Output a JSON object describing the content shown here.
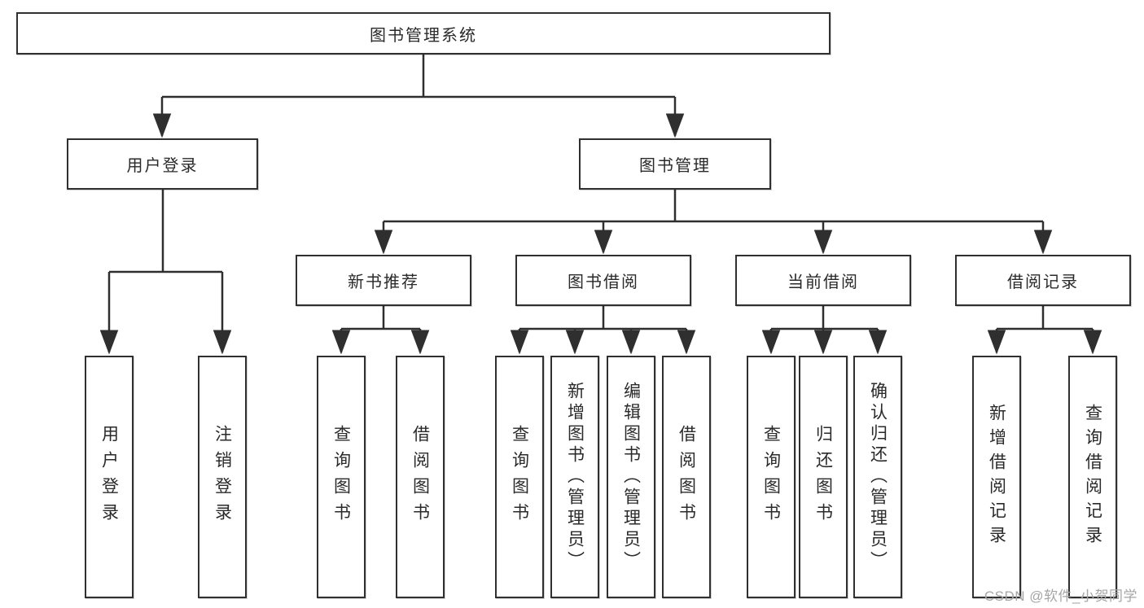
{
  "tree": {
    "root": "图书管理系统",
    "user_login": {
      "label": "用户登录",
      "children": [
        "用户登录",
        "注销登录"
      ]
    },
    "book_mgmt": {
      "label": "图书管理"
    },
    "new_book": {
      "label": "新书推荐",
      "children": [
        "查询图书",
        "借阅图书"
      ]
    },
    "book_borrow": {
      "label": "图书借阅",
      "children": [
        "查询图书",
        "新增图书（管理员）",
        "编辑图书（管理员）",
        "借阅图书"
      ]
    },
    "current_borrow": {
      "label": "当前借阅",
      "children": [
        "查询图书",
        "归还图书",
        "确认归还（管理员）"
      ]
    },
    "borrow_records": {
      "label": "借阅记录",
      "children": [
        "新增借阅记录",
        "查询借阅记录"
      ]
    }
  },
  "watermark": "CSDN @软件_小贺同学",
  "colors": {
    "line": "#2f2f2f",
    "box_border": "#303030",
    "text": "#2a2a2a",
    "watermark_text": "#a6a6a6",
    "background": "#ffffff"
  }
}
